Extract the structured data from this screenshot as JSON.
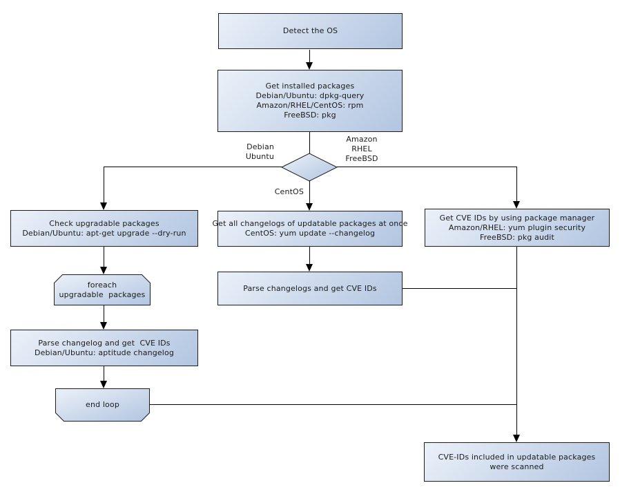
{
  "colors": {
    "node_gradient_start": "#ebf1f9",
    "node_gradient_end": "#b2c5e1",
    "node_border": "#1c1c1c",
    "connector": "#000000",
    "background": "#ffffff",
    "text": "#1a1a1a"
  },
  "nodes": {
    "detect_os": "Detect the OS",
    "get_installed_packages": "Get installed packages\nDebian/Ubuntu: dpkg-query\nAmazon/RHEL/CentOS: rpm\nFreeBSD: pkg",
    "check_upgradable": "Check upgradable packages\nDebian/Ubuntu: apt-get upgrade --dry-run",
    "foreach_loop": "foreach\nupgradable  packages",
    "parse_changelog": "Parse changelog and get  CVE IDs\nDebian/Ubuntu: aptitude changelog",
    "end_loop": "end loop",
    "get_all_changelogs": "Get all changelogs of updatable packages at once\nCentOS: yum update --changelog",
    "parse_changelogs": "Parse changelogs and get CVE IDs",
    "get_cve_ids": "Get CVE IDs by using package manager\nAmazon/RHEL: yum plugin security\nFreeBSD: pkg audit",
    "cve_scanned": "CVE-IDs included in updatable packages\nwere scanned"
  },
  "edge_labels": {
    "left_branch": "Debian\nUbuntu",
    "right_branch": "Amazon\nRHEL\nFreeBSD",
    "bottom_branch": "CentOS"
  }
}
